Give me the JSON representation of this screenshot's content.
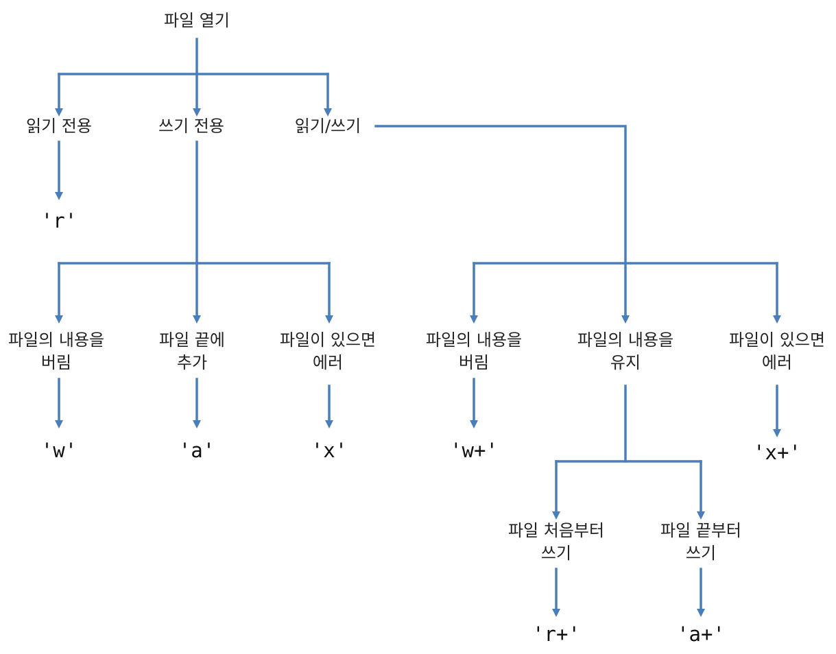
{
  "root": "파일 열기",
  "modes": {
    "read_only": "읽기 전용",
    "write_only": "쓰기 전용",
    "read_write": "읽기/쓰기"
  },
  "write_only": {
    "discard": [
      "파일의 내용을",
      "버림"
    ],
    "append": [
      "파일 끝에",
      "추가"
    ],
    "error_if_exists": [
      "파일이 있으면",
      "에러"
    ]
  },
  "read_write": {
    "discard": [
      "파일의 내용을",
      "버림"
    ],
    "keep": [
      "파일의 내용을",
      "유지"
    ],
    "error_if_exists": [
      "파일이 있으면",
      "에러"
    ],
    "write_from_start": [
      "파일 처음부터",
      "쓰기"
    ],
    "write_from_end": [
      "파일 끝부터",
      "쓰기"
    ]
  },
  "codes": {
    "r": "'r'",
    "w": "'w'",
    "a": "'a'",
    "x": "'x'",
    "w_plus": "'w+'",
    "x_plus": "'x+'",
    "r_plus": "'r+'",
    "a_plus": "'a+'"
  },
  "colors": {
    "connector": "#4a7ebb",
    "text": "#222222"
  }
}
